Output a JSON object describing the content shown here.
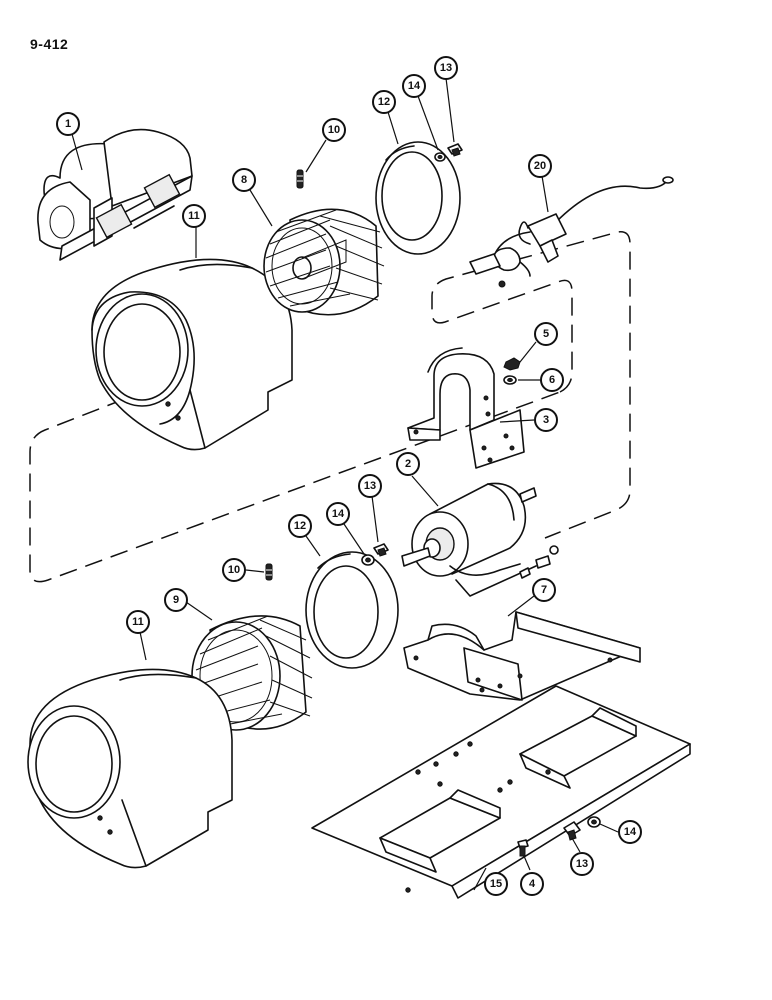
{
  "page_id": "9-412",
  "callouts": [
    {
      "id": "c1",
      "label": "1"
    },
    {
      "id": "c10a",
      "label": "10"
    },
    {
      "id": "c12a",
      "label": "12"
    },
    {
      "id": "c14a",
      "label": "14"
    },
    {
      "id": "c13a",
      "label": "13"
    },
    {
      "id": "c20",
      "label": "20"
    },
    {
      "id": "c8",
      "label": "8"
    },
    {
      "id": "c11a",
      "label": "11"
    },
    {
      "id": "c5",
      "label": "5"
    },
    {
      "id": "c6",
      "label": "6"
    },
    {
      "id": "c3",
      "label": "3"
    },
    {
      "id": "c2",
      "label": "2"
    },
    {
      "id": "c14b",
      "label": "14"
    },
    {
      "id": "c13b",
      "label": "13"
    },
    {
      "id": "c12b",
      "label": "12"
    },
    {
      "id": "c10b",
      "label": "10"
    },
    {
      "id": "c9",
      "label": "9"
    },
    {
      "id": "c7",
      "label": "7"
    },
    {
      "id": "c11b",
      "label": "11"
    },
    {
      "id": "c14c",
      "label": "14"
    },
    {
      "id": "c13c",
      "label": "13"
    },
    {
      "id": "c4",
      "label": "4"
    },
    {
      "id": "c15",
      "label": "15"
    }
  ]
}
